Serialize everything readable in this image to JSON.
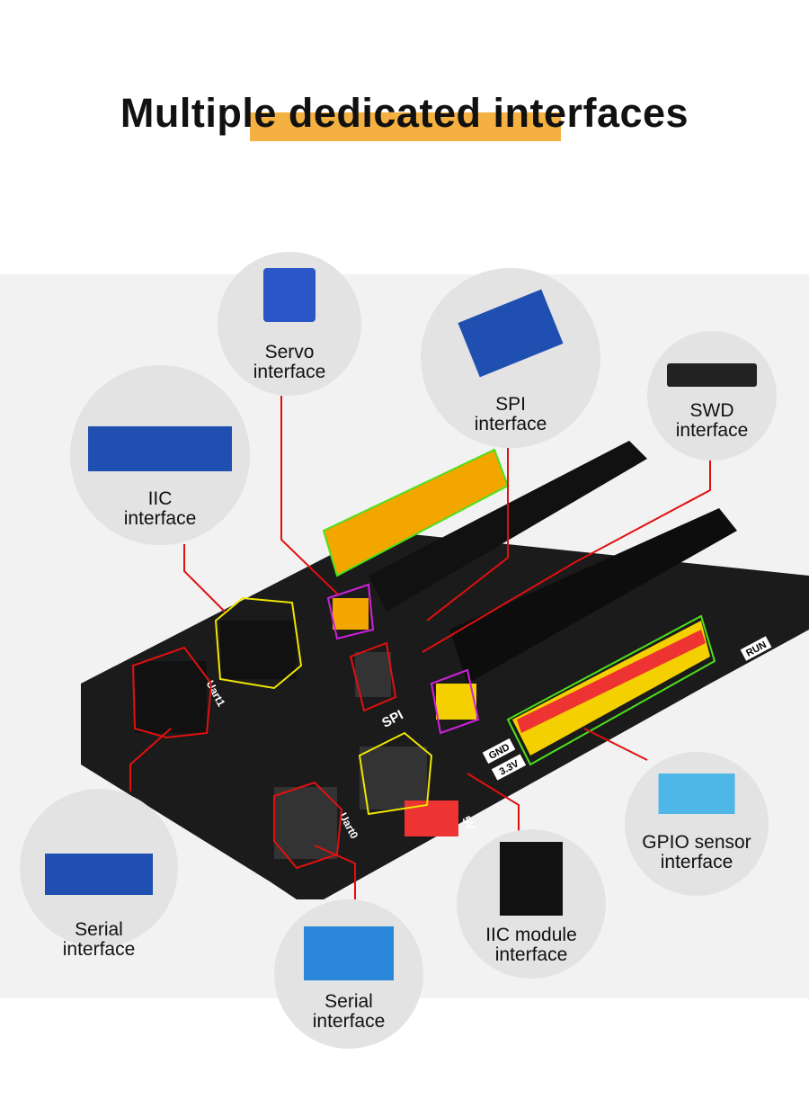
{
  "title": "Multiple dedicated interfaces",
  "accent_color": "#f4b040",
  "callouts": [
    {
      "id": "servo",
      "line1": "Servo",
      "line2": "interface",
      "icon": "servo-motor"
    },
    {
      "id": "spi",
      "line1": "SPI",
      "line2": "interface",
      "icon": "oled-display"
    },
    {
      "id": "swd",
      "line1": "SWD",
      "line2": "interface",
      "icon": "usb-debugger"
    },
    {
      "id": "iic",
      "line1": "IIC",
      "line2": "interface",
      "icon": "oled-module"
    },
    {
      "id": "gpio",
      "line1": "GPIO sensor",
      "line2": "interface",
      "icon": "temperature-sensor"
    },
    {
      "id": "serial-left",
      "line1": "Serial",
      "line2": "interface",
      "icon": "bluetooth-module"
    },
    {
      "id": "iic-module",
      "line1": "IIC module",
      "line2": "interface",
      "icon": "color-sensor"
    },
    {
      "id": "serial-bottom",
      "line1": "Serial",
      "line2": "interface",
      "icon": "wireless-module"
    }
  ],
  "board_labels": [
    "SPI",
    "GND",
    "3.3V",
    "RUN",
    "5V",
    "Uart0",
    "Uart1"
  ]
}
